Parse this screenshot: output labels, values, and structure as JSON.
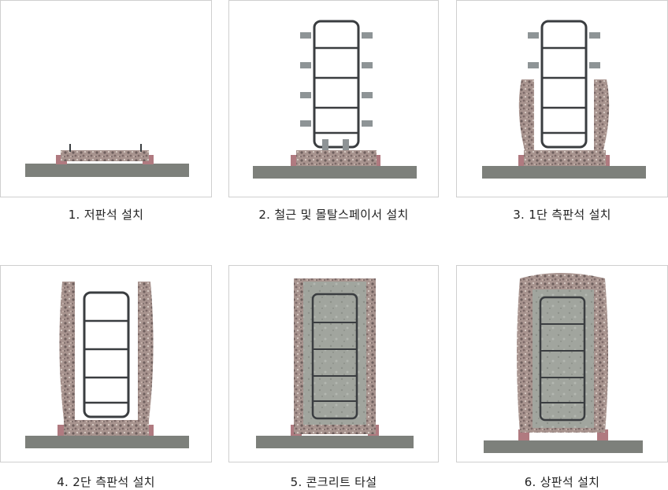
{
  "steps": [
    {
      "caption": "1. 저판석 설치"
    },
    {
      "caption": "2. 철근 및 몰탈스페이서 설치"
    },
    {
      "caption": "3. 1단 측판석 설치"
    },
    {
      "caption": "4. 2단 측판석 설치"
    },
    {
      "caption": "5. 콘크리트 타설"
    },
    {
      "caption": "6. 상판석 설치"
    }
  ],
  "colors": {
    "ground": "#7d807b",
    "stone": "#9a8a88",
    "rebar": "#3a3d40",
    "concrete": "#9fa39c",
    "block": "#b07a80",
    "spacer": "#8e9496"
  }
}
